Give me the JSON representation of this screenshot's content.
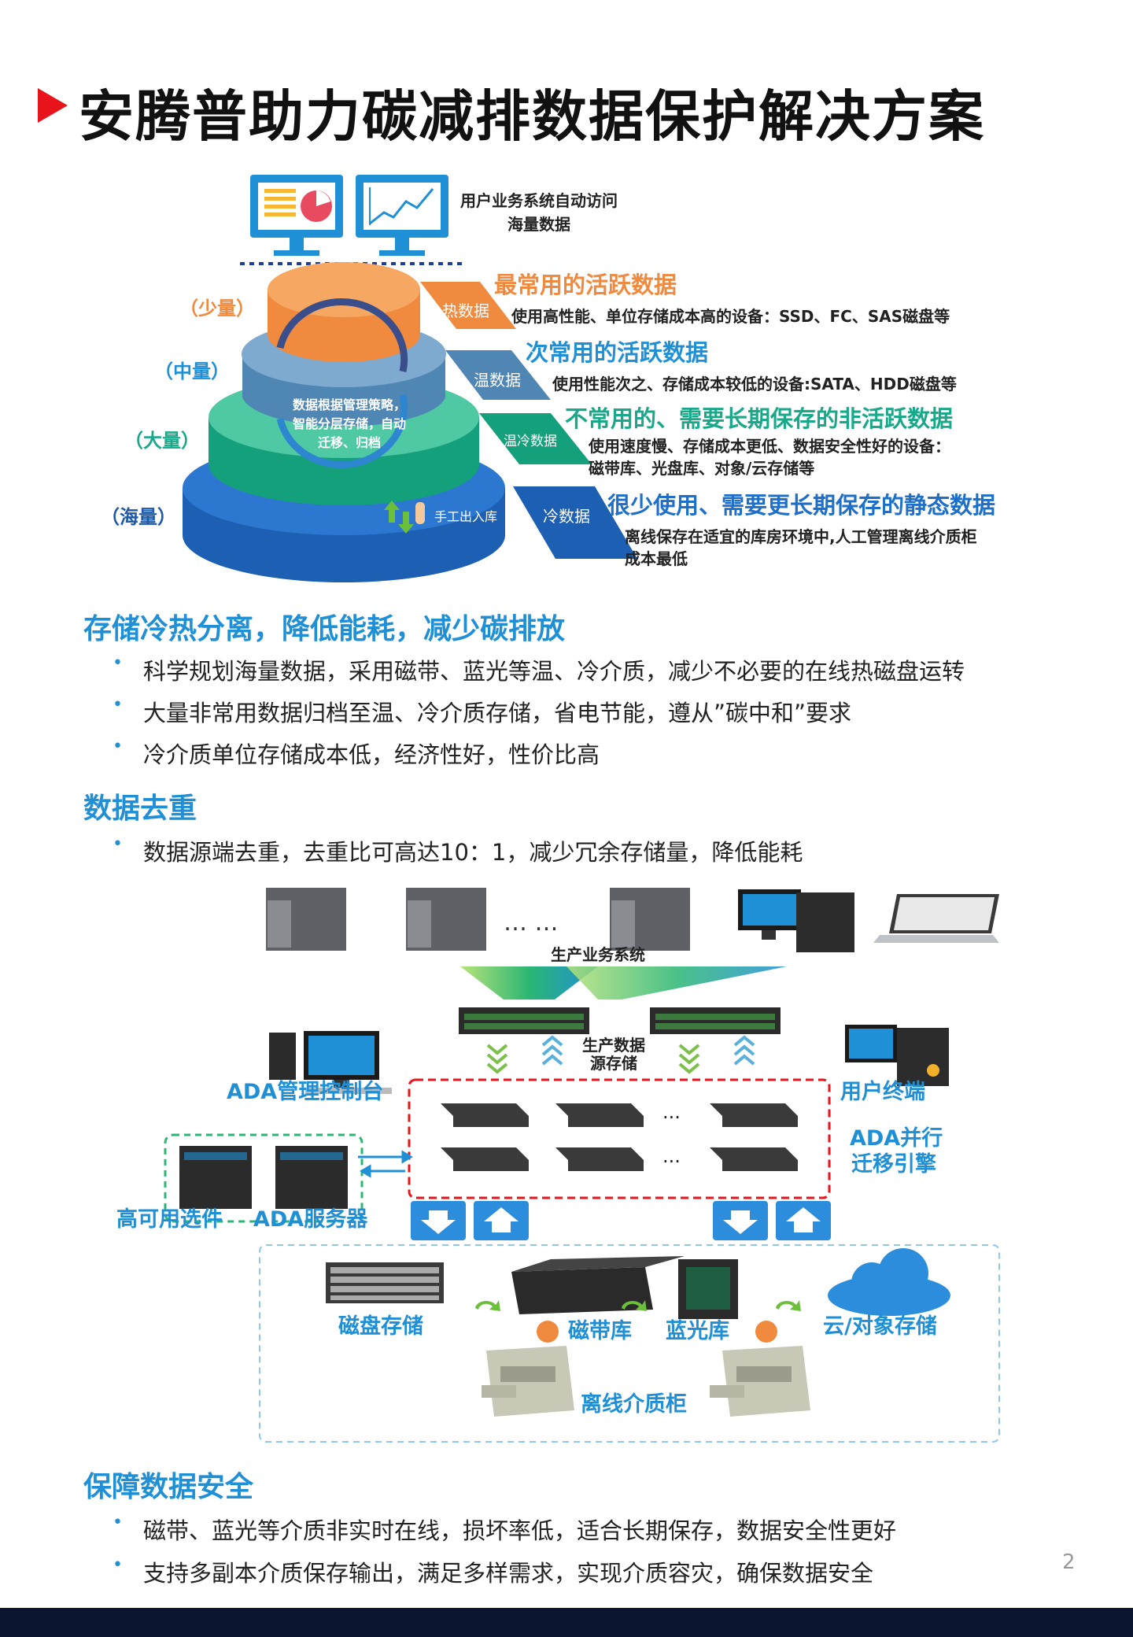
{
  "title": "安腾普助力碳减排数据保护解决方案",
  "page_number": "2",
  "pyramid": {
    "access_label_line1": "用户业务系统自动访问",
    "access_label_line2": "海量数据",
    "levels": [
      "（少量）",
      "（中量）",
      "（大量）",
      "（海量）"
    ],
    "center_text": [
      "数据根据管理策略，",
      "智能分层存储，自动",
      "迁移、归档"
    ],
    "manual": "手工出入库",
    "tiers": [
      {
        "tag": "热数据",
        "heading": "最常用的活跃数据",
        "desc": [
          "使用高性能、单位存储成本高的设备：SSD、FC、SAS磁盘等"
        ],
        "color": "#f08a3e"
      },
      {
        "tag": "温数据",
        "heading": "次常用的活跃数据",
        "desc": [
          "使用性能次之、存储成本较低的设备:SATA、HDD磁盘等"
        ],
        "color": "#1f8fd6"
      },
      {
        "tag": "温冷数据",
        "heading": "不常用的、需要长期保存的非活跃数据",
        "desc": [
          "使用速度慢、存储成本更低、数据安全性好的设备：",
          "磁带库、光盘库、对象/云存储等"
        ],
        "color": "#19a98a"
      },
      {
        "tag": "冷数据",
        "heading": "很少使用、需要更长期保存的静态数据",
        "desc": [
          "离线保存在适宜的库房环境中,人工管理离线介质柜",
          "成本最低"
        ],
        "color": "#1e6fc9"
      }
    ]
  },
  "sections": [
    {
      "heading": "存储冷热分离，降低能耗，减少碳排放",
      "bullets": [
        "科学规划海量数据，采用磁带、蓝光等温、冷介质，减少不必要的在线热磁盘运转",
        "大量非常用数据归档至温、冷介质存储，省电节能，遵从”碳中和”要求",
        "冷介质单位存储成本低，经济性好，性价比高"
      ]
    },
    {
      "heading": "数据去重",
      "bullets": [
        "数据源端去重，去重比可高达10：1，减少冗余存储量，降低能耗"
      ]
    },
    {
      "heading": "保障数据安全",
      "bullets": [
        "磁带、蓝光等介质非实时在线，损坏率低，适合长期保存，数据安全性更好",
        "支持多副本介质保存输出，满足多样需求，实现介质容灾，确保数据安全"
      ]
    }
  ],
  "arch": {
    "production_system": "生产业务系统",
    "source_storage_line1": "生产数据",
    "source_storage_line2": "源存储",
    "ada_console": "ADA管理控制台",
    "user_terminal": "用户终端",
    "migration_engine_line1": "ADA并行",
    "migration_engine_line2": "迁移引擎",
    "ha_option": "高可用选件",
    "ada_server": "ADA服务器",
    "disk_storage": "磁盘存储",
    "tape_library": "磁带库",
    "optical_library": "蓝光库",
    "cloud_storage": "云/对象存储",
    "offline_cabinet": "离线介质柜",
    "dots": "…  …"
  }
}
